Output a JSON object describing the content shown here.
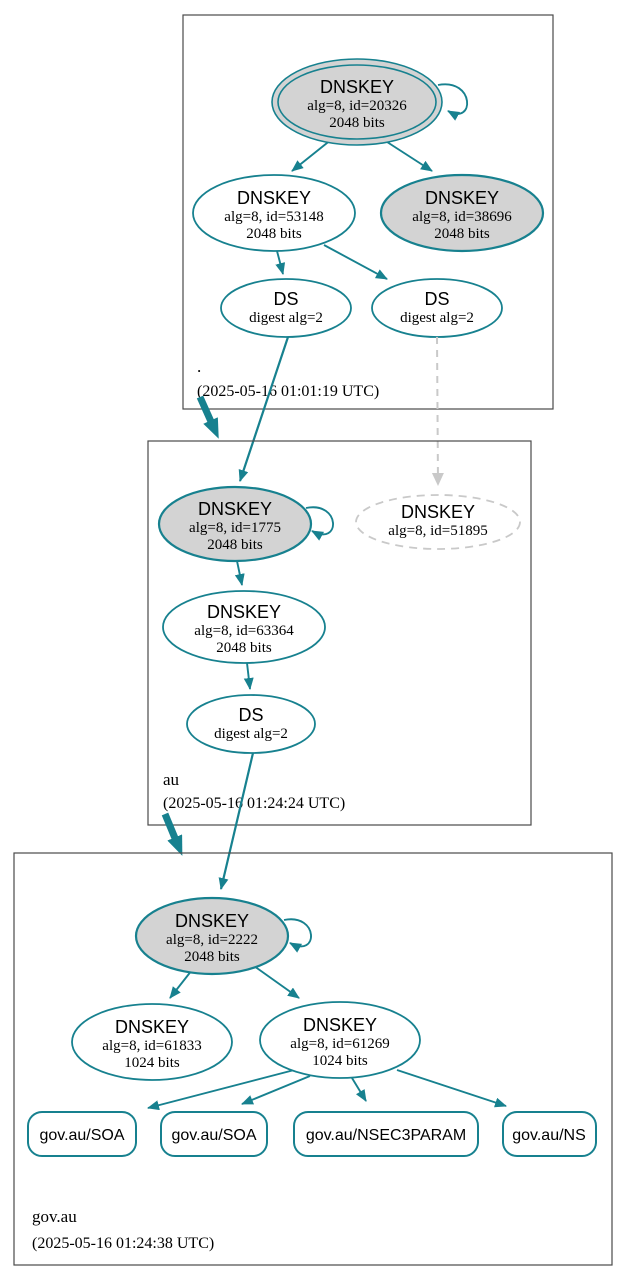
{
  "diagram_type": "dnssec-authentication-chain",
  "colors": {
    "secure_teal": "#17818f",
    "insecure_gray": "#c9c9c9",
    "ksk_fill_gray": "#d3d3d3",
    "cluster_border": "#4a4a4a",
    "background": "#ffffff"
  },
  "zones": [
    {
      "label": ".",
      "timestamp": "(2025-05-16 01:01:19 UTC)",
      "nodes": {
        "ksk20326": {
          "title": "DNSKEY",
          "alg": "alg=8, id=20326",
          "bits": "2048 bits"
        },
        "zsk53148": {
          "title": "DNSKEY",
          "alg": "alg=8, id=53148",
          "bits": "2048 bits"
        },
        "ksk38696": {
          "title": "DNSKEY",
          "alg": "alg=8, id=38696",
          "bits": "2048 bits"
        },
        "ds1": {
          "title": "DS",
          "digest": "digest alg=2"
        },
        "ds2": {
          "title": "DS",
          "digest": "digest alg=2"
        }
      }
    },
    {
      "label": "au",
      "timestamp": "(2025-05-16 01:24:24 UTC)",
      "nodes": {
        "ksk1775": {
          "title": "DNSKEY",
          "alg": "alg=8, id=1775",
          "bits": "2048 bits"
        },
        "dnskey51895": {
          "title": "DNSKEY",
          "alg": "alg=8, id=51895"
        },
        "zsk63364": {
          "title": "DNSKEY",
          "alg": "alg=8, id=63364",
          "bits": "2048 bits"
        },
        "ds": {
          "title": "DS",
          "digest": "digest alg=2"
        }
      }
    },
    {
      "label": "gov.au",
      "timestamp": "(2025-05-16 01:24:38 UTC)",
      "nodes": {
        "ksk2222": {
          "title": "DNSKEY",
          "alg": "alg=8, id=2222",
          "bits": "2048 bits"
        },
        "dnskey61833": {
          "title": "DNSKEY",
          "alg": "alg=8, id=61833",
          "bits": "1024 bits"
        },
        "zsk61269": {
          "title": "DNSKEY",
          "alg": "alg=8, id=61269",
          "bits": "1024 bits"
        },
        "rrsets": [
          {
            "label": "gov.au/SOA"
          },
          {
            "label": "gov.au/SOA"
          },
          {
            "label": "gov.au/NSEC3PARAM"
          },
          {
            "label": "gov.au/NS"
          }
        ]
      }
    }
  ]
}
